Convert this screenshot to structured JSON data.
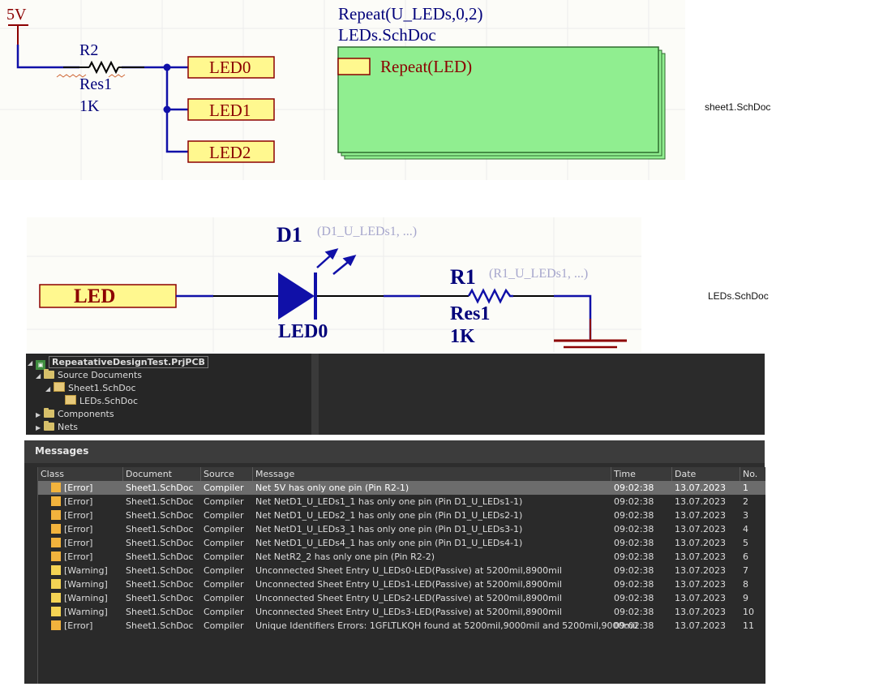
{
  "sheet1": {
    "power_port": "5V",
    "resistor": {
      "designator": "R2",
      "comment": "Res1",
      "value": "1K"
    },
    "ports": [
      "LED0",
      "LED1",
      "LED2"
    ],
    "sheet_symbol": {
      "repeat": "Repeat(U_LEDs,0,2)",
      "file": "LEDs.SchDoc",
      "entry": "Repeat(LED)"
    },
    "label": "sheet1.SchDoc"
  },
  "leds_sheet": {
    "port": "LED",
    "diode": {
      "designator": "D1",
      "annotation": "(D1_U_LEDs1, ...)",
      "comment": "LED0"
    },
    "resistor": {
      "designator": "R1",
      "annotation": "(R1_U_LEDs1, ...)",
      "comment": "Res1",
      "value": "1K"
    },
    "label": "LEDs.SchDoc"
  },
  "project_tree": {
    "project": "RepeatativeDesignTest.PrjPCB",
    "source_documents": "Source Documents",
    "sheet1": "Sheet1.SchDoc",
    "leds": "LEDs.SchDoc",
    "components": "Components",
    "nets": "Nets"
  },
  "messages": {
    "title": "Messages",
    "columns": [
      "Class",
      "Document",
      "Source",
      "Message",
      "Time",
      "Date",
      "No."
    ],
    "rows": [
      {
        "class": "[Error]",
        "document": "Sheet1.SchDoc",
        "source": "Compiler",
        "message": "Net 5V has only one pin (Pin R2-1)",
        "time": "09:02:38",
        "date": "13.07.2023",
        "no": "1"
      },
      {
        "class": "[Error]",
        "document": "Sheet1.SchDoc",
        "source": "Compiler",
        "message": "Net NetD1_U_LEDs1_1 has only one pin (Pin D1_U_LEDs1-1)",
        "time": "09:02:38",
        "date": "13.07.2023",
        "no": "2"
      },
      {
        "class": "[Error]",
        "document": "Sheet1.SchDoc",
        "source": "Compiler",
        "message": "Net NetD1_U_LEDs2_1 has only one pin (Pin D1_U_LEDs2-1)",
        "time": "09:02:38",
        "date": "13.07.2023",
        "no": "3"
      },
      {
        "class": "[Error]",
        "document": "Sheet1.SchDoc",
        "source": "Compiler",
        "message": "Net NetD1_U_LEDs3_1 has only one pin (Pin D1_U_LEDs3-1)",
        "time": "09:02:38",
        "date": "13.07.2023",
        "no": "4"
      },
      {
        "class": "[Error]",
        "document": "Sheet1.SchDoc",
        "source": "Compiler",
        "message": "Net NetD1_U_LEDs4_1 has only one pin (Pin D1_U_LEDs4-1)",
        "time": "09:02:38",
        "date": "13.07.2023",
        "no": "5"
      },
      {
        "class": "[Error]",
        "document": "Sheet1.SchDoc",
        "source": "Compiler",
        "message": "Net NetR2_2 has only one pin (Pin R2-2)",
        "time": "09:02:38",
        "date": "13.07.2023",
        "no": "6"
      },
      {
        "class": "[Warning]",
        "document": "Sheet1.SchDoc",
        "source": "Compiler",
        "message": "Unconnected Sheet Entry U_LEDs0-LED(Passive) at 5200mil,8900mil",
        "time": "09:02:38",
        "date": "13.07.2023",
        "no": "7"
      },
      {
        "class": "[Warning]",
        "document": "Sheet1.SchDoc",
        "source": "Compiler",
        "message": "Unconnected Sheet Entry U_LEDs1-LED(Passive) at 5200mil,8900mil",
        "time": "09:02:38",
        "date": "13.07.2023",
        "no": "8"
      },
      {
        "class": "[Warning]",
        "document": "Sheet1.SchDoc",
        "source": "Compiler",
        "message": "Unconnected Sheet Entry U_LEDs2-LED(Passive) at 5200mil,8900mil",
        "time": "09:02:38",
        "date": "13.07.2023",
        "no": "9"
      },
      {
        "class": "[Warning]",
        "document": "Sheet1.SchDoc",
        "source": "Compiler",
        "message": "Unconnected Sheet Entry U_LEDs3-LED(Passive) at 5200mil,8900mil",
        "time": "09:02:38",
        "date": "13.07.2023",
        "no": "10"
      },
      {
        "class": "[Error]",
        "document": "Sheet1.SchDoc",
        "source": "Compiler",
        "message": "Unique Identifiers Errors: 1GFLTLKQH found at 5200mil,9000mil and 5200mil,9000mil",
        "time": "09:02:38",
        "date": "13.07.2023",
        "no": "11"
      }
    ]
  },
  "colors": {
    "wire": "#1010a8",
    "port_fill": "#fff88f",
    "sheet_fill": "#90ee90",
    "power": "#8b0000",
    "error": "#f2b33d",
    "warning": "#f4d354"
  }
}
